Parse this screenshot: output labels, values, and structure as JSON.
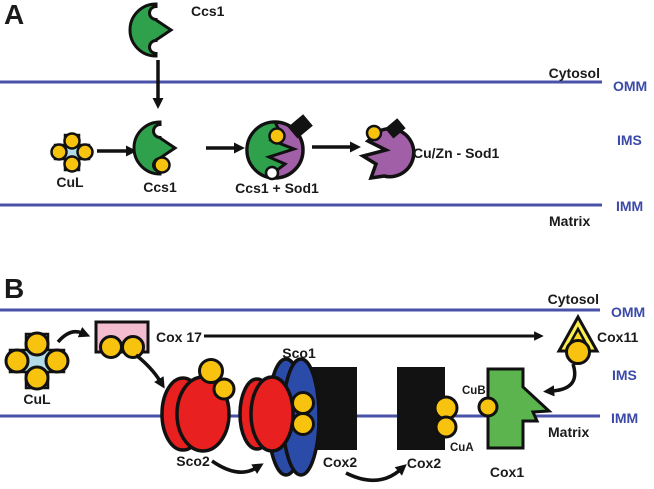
{
  "a": {
    "letter": "A",
    "ccs1_cytosol": "Ccs1",
    "cul": "CuL",
    "ccs1_ims": "Ccs1",
    "complex": "Ccs1 + Sod1",
    "sod1": "Cu/Zn - Sod1",
    "cytosol": "Cytosol",
    "omm": "OMM",
    "ims": "IMS",
    "imm": "IMM",
    "matrix": "Matrix"
  },
  "b": {
    "letter": "B",
    "cul": "CuL",
    "cox17": "Cox 17",
    "sco2": "Sco2",
    "sco1": "Sco1",
    "cox2_a": "Cox2",
    "cox2_b": "Cox2",
    "cua": "CuA",
    "cub": "CuB",
    "cox1": "Cox1",
    "cox11": "Cox11",
    "cytosol": "Cytosol",
    "omm": "OMM",
    "ims": "IMS",
    "imm": "IMM",
    "matrix": "Matrix"
  },
  "colors": {
    "membrane": "#4a52a8",
    "compartment_label_blue": "#3b49a8",
    "text_black": "#1a1a1a",
    "ccs1_green": "#2fa14c",
    "cox1_green": "#5cb44e",
    "sod1_purple": "#a15fa8",
    "cox17_pink": "#f4bccf",
    "cul_light_blue": "#b2dce7",
    "copper_yellow": "#f8c30f",
    "cox11_yellow": "#faef4d",
    "sco2_red": "#e8201f",
    "sco1_blue": "#2b4ba8",
    "cox2_black": "#121212"
  }
}
